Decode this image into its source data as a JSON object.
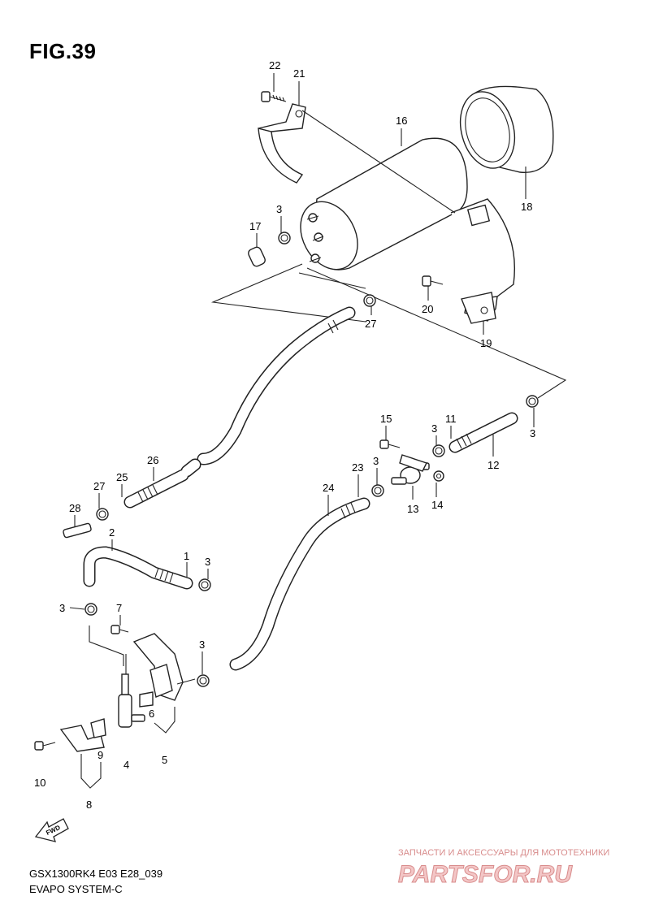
{
  "figure": {
    "title": "FIG.39",
    "model_code": "GSX1300RK4 E03 E28_039",
    "section_name": "EVAPO SYSTEM-C",
    "direction_marker": "FWD"
  },
  "watermark": {
    "tagline": "ЗАПЧАСТИ И АКСЕССУАРЫ ДЛЯ МОТОТЕХНИКИ",
    "brand": "PARTSFOR.RU"
  },
  "callouts": [
    "1",
    "2",
    "3",
    "4",
    "5",
    "6",
    "7",
    "8",
    "9",
    "10",
    "11",
    "12",
    "13",
    "14",
    "15",
    "16",
    "17",
    "18",
    "19",
    "20",
    "21",
    "22",
    "23",
    "24",
    "25",
    "26",
    "27",
    "28"
  ],
  "colors": {
    "line": "#222222",
    "watermark": "#d88c8c"
  }
}
